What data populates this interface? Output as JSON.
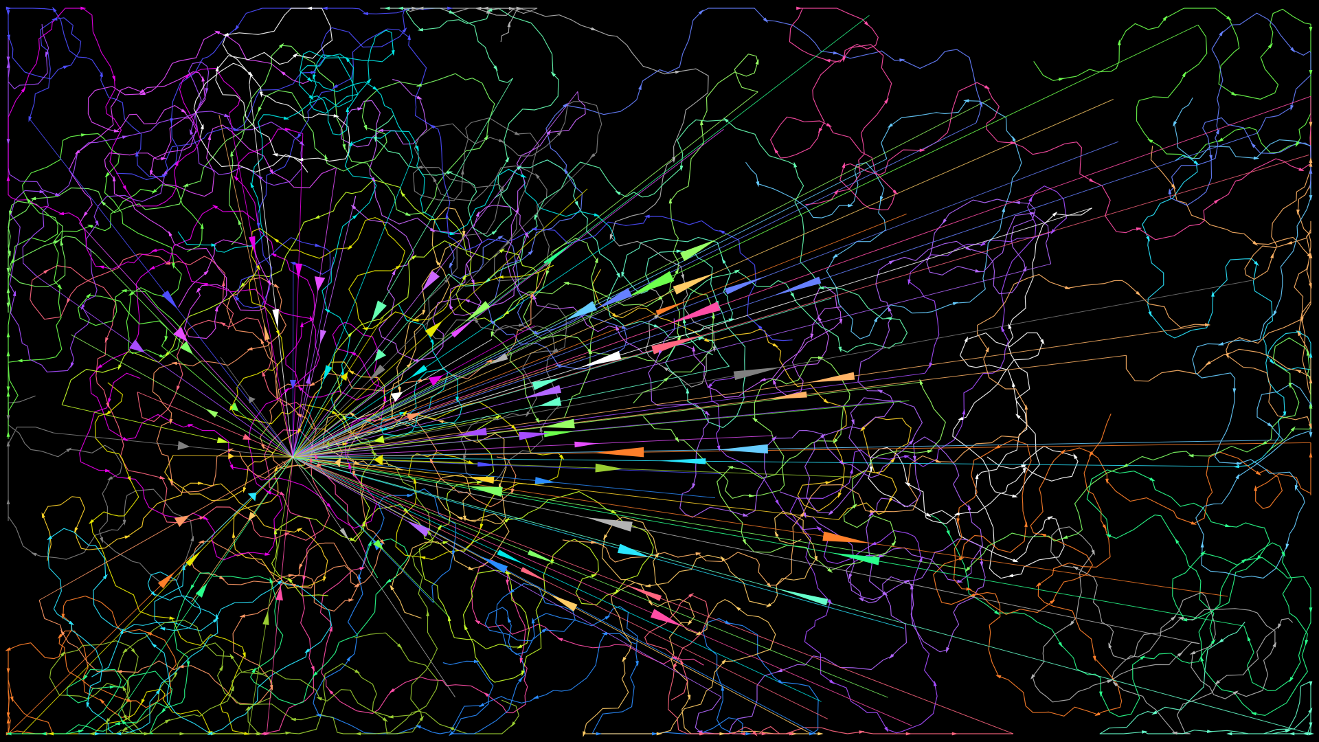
{
  "scene": {
    "background": "#000000",
    "kind": "directed random-walk paths with arrow markers, many paths joined by long straight segments converging on a single hub point",
    "path_count": 60,
    "hub_fraction": [
      0.222,
      0.616
    ]
  },
  "palette": [
    "#ff4da6",
    "#ff7f2a",
    "#ffd42a",
    "#c8ff2a",
    "#6dff4d",
    "#2aff8c",
    "#2ae6ff",
    "#2a8cff",
    "#4d4dff",
    "#a64dff",
    "#e64dff",
    "#ffffff",
    "#ff9966",
    "#99ff66",
    "#66ccff",
    "#cc66ff",
    "#ffcc66",
    "#66ffcc",
    "#b3b3b3",
    "#808080",
    "#ff6680",
    "#80ff66",
    "#6680ff",
    "#ffb366",
    "#66ffb3",
    "#b366ff",
    "#e6e600",
    "#00e6e6",
    "#e600e6",
    "#9acd32"
  ]
}
